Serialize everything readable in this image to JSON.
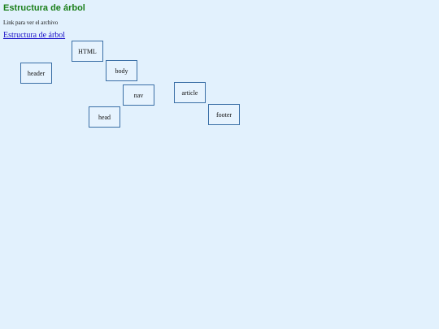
{
  "page": {
    "title": "Estructura de árbol",
    "intro": "Link para ver el archivo",
    "link_label": "Estructura de árbol"
  },
  "nodes": {
    "html": "HTML",
    "header": "header",
    "body": "body",
    "nav": "nav",
    "article": "article",
    "head": "head",
    "footer": "footer"
  },
  "colors": {
    "background": "#e2f1fd",
    "title": "#1a7f1a",
    "link": "#1a10c8",
    "node_border": "#3a6fa6"
  }
}
